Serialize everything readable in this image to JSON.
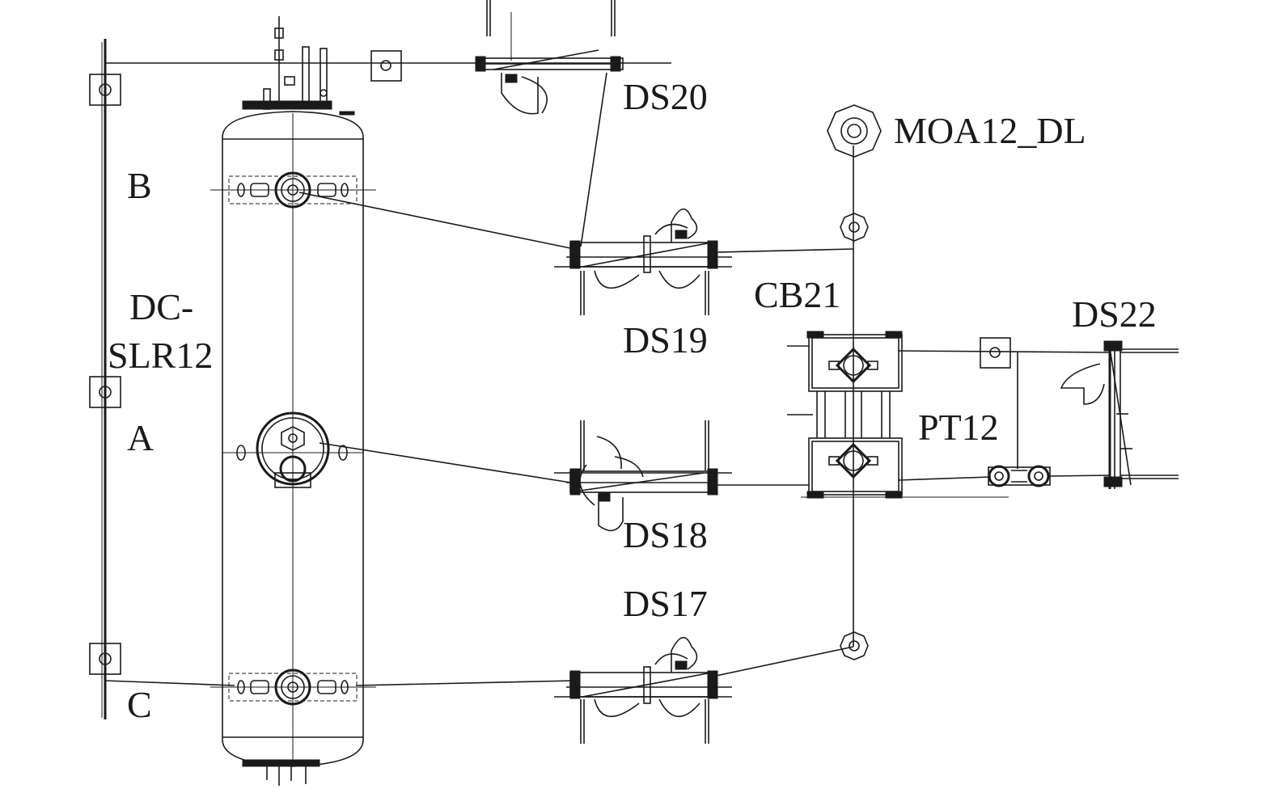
{
  "labels": {
    "ds20": "DS20",
    "moa12_dl": "MOA12_DL",
    "b": "B",
    "dc_slr12_line1": "DC-",
    "dc_slr12_line2": "SLR12",
    "ds19": "DS19",
    "cb21": "CB21",
    "ds22": "DS22",
    "a": "A",
    "pt12": "PT12",
    "ds18": "DS18",
    "ds17": "DS17",
    "c": "C"
  },
  "colors": {
    "line": "#1a1a1a",
    "background": "#ffffff"
  }
}
